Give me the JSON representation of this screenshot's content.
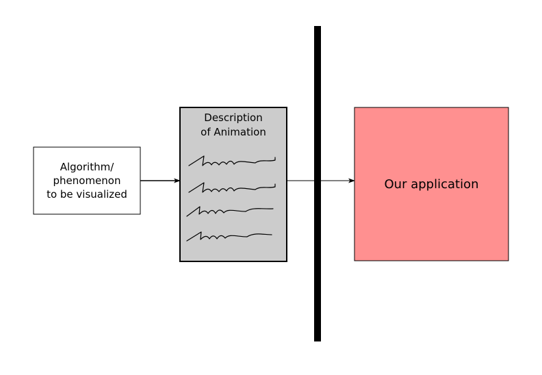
{
  "diagram": {
    "source_box": {
      "lines": [
        "Algorithm/",
        "phenomenon",
        "to be visualized"
      ]
    },
    "description_box": {
      "lines": [
        "Description",
        "of Animation"
      ],
      "fill": "#cccccc"
    },
    "application_box": {
      "label": "Our application",
      "fill": "#ff9090"
    },
    "separator": {
      "color": "#000000"
    }
  }
}
